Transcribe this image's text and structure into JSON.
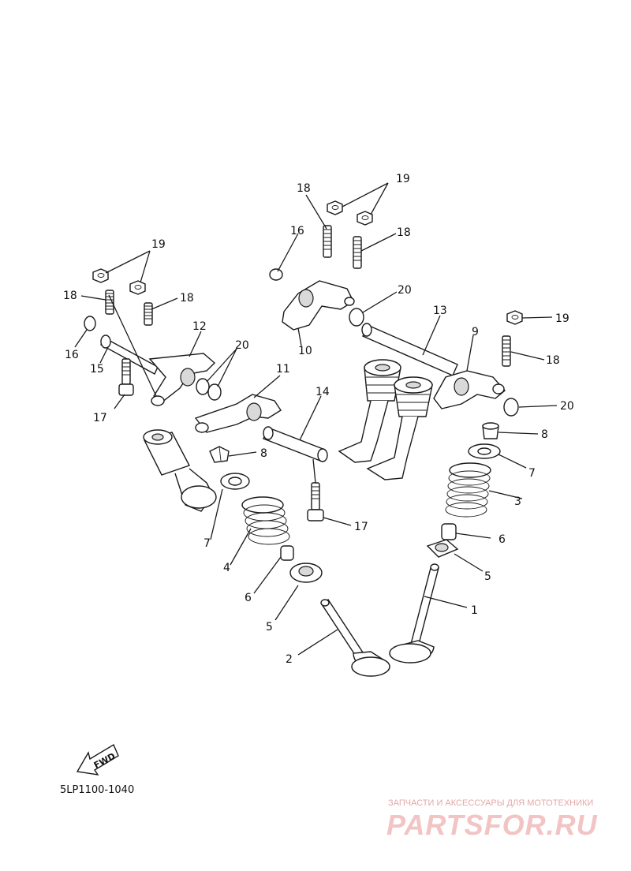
{
  "labels": {
    "n1": "1",
    "n2": "2",
    "n3": "3",
    "n4": "4",
    "n5a": "5",
    "n5b": "5",
    "n6a": "6",
    "n6b": "6",
    "n7a": "7",
    "n7b": "7",
    "n8a": "8",
    "n8b": "8",
    "n9": "9",
    "n10": "10",
    "n11": "11",
    "n12": "12",
    "n13": "13",
    "n14": "14",
    "n15": "15",
    "n16a": "16",
    "n16b": "16",
    "n17a": "17",
    "n17b": "17",
    "n18a": "18",
    "n18b": "18",
    "n18c": "18",
    "n18d": "18",
    "n18e": "18",
    "n19a": "19",
    "n19b": "19",
    "n19c": "19",
    "n20a": "20",
    "n20b": "20",
    "n20c": "20"
  },
  "diagram_code": "5LP1100-1040",
  "fwd_label": "FWD",
  "watermark": {
    "tagline": "ЗАПЧАСТИ И АКСЕССУАРЫ ДЛЯ МОТОТЕХНИКИ",
    "brand": "PARTSFOR.RU"
  }
}
